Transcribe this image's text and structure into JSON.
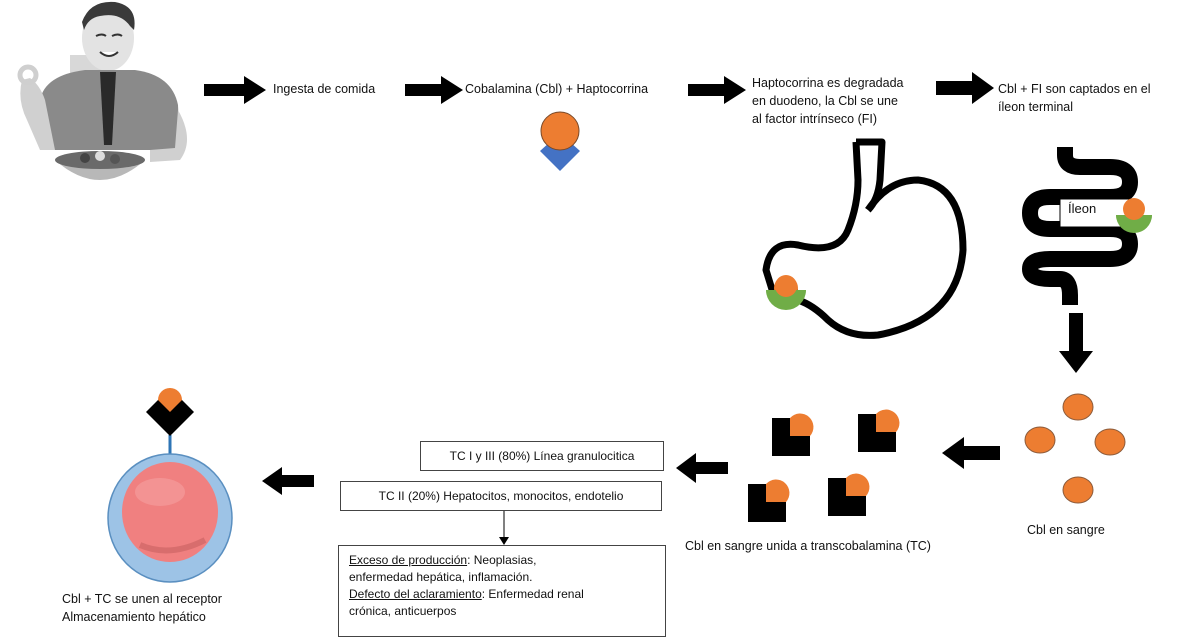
{
  "steps": {
    "ingesta": "Ingesta de comida",
    "cobalamina": "Cobalamina (Cbl)  + Haptocorrina",
    "haptocorrina": [
      "Haptocorrina es degradada",
      "en duodeno, la Cbl se une",
      "al factor intrínseco (FI)"
    ],
    "captados": [
      "Cbl + FI son captados en el",
      "íleon terminal"
    ],
    "ileon_label": "Íleon",
    "cbl_sangre": "Cbl en sangre",
    "cbl_tc": "Cbl en sangre unida a transcobalamina (TC)",
    "receptor": [
      "Cbl + TC se unen al receptor",
      "Almacenamiento hepático"
    ]
  },
  "boxes": {
    "tc1": "TC I y III (80%) Línea granulocitica",
    "tc2": "TC II (20%) Hepatocitos, monocitos, endotelio",
    "causes": {
      "exceso_title": "Exceso de producción",
      "exceso_text": ": Neoplasias,",
      "exceso_text2": "enfermedad hepática, inflamación.",
      "defecto_title": "Defecto del aclaramiento",
      "defecto_text": ": Enfermedad renal",
      "defecto_text2": "crónica, anticuerpos"
    }
  },
  "colors": {
    "cobalamin": "#ED7D31",
    "haptocorrin": "#4472C4",
    "intrinsic_factor": "#70AD47",
    "transcobalamin": "#000000",
    "cell_outer": "#9DC3E6",
    "cell_inner": "#F08080"
  }
}
